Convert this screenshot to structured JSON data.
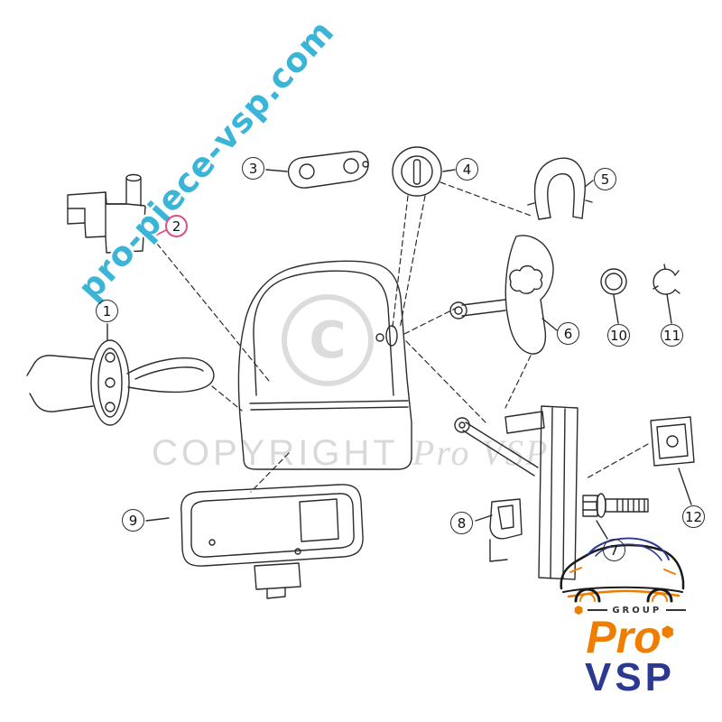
{
  "watermarks": {
    "diagonal": "pro-piece-vsp.com",
    "copyright_prefix": "COPYRIGHT",
    "copyright_brand": "Pro VSP",
    "circle_letter": "C"
  },
  "callouts": [
    {
      "label": "1",
      "highlighted": false
    },
    {
      "label": "2",
      "highlighted": true
    },
    {
      "label": "3",
      "highlighted": false
    },
    {
      "label": "4",
      "highlighted": false
    },
    {
      "label": "5",
      "highlighted": false
    },
    {
      "label": "6",
      "highlighted": false
    },
    {
      "label": "7",
      "highlighted": false
    },
    {
      "label": "8",
      "highlighted": false
    },
    {
      "label": "9",
      "highlighted": false
    },
    {
      "label": "10",
      "highlighted": false
    },
    {
      "label": "11",
      "highlighted": false
    },
    {
      "label": "12",
      "highlighted": false
    }
  ],
  "logo": {
    "group_label": "GROUP",
    "pro": "Pro",
    "vsp": "VSP",
    "hexagon_icon": "⬢"
  },
  "colors": {
    "watermark-cyan": "#3ab5d8",
    "watermark-gray": "#d9d9d9",
    "highlight-pink": "#d94f86",
    "logo-orange": "#ef7d00",
    "logo-blue": "#2b3990",
    "line-dark": "#2b2b2b"
  }
}
